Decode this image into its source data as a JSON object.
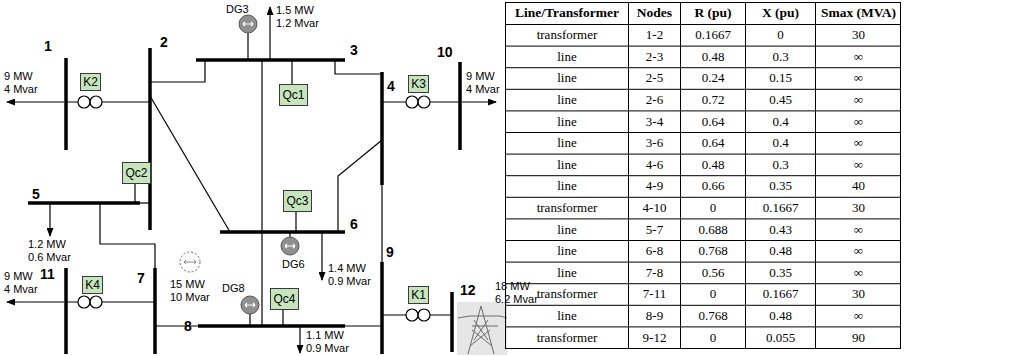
{
  "diagram": {
    "nodes": [
      {
        "text": [
          "K2"
        ]
      },
      {
        "text": [
          "K3"
        ]
      },
      {
        "text": [
          "Qc1"
        ]
      },
      {
        "text": [
          "Qc2"
        ]
      },
      {
        "text": [
          "Qc3"
        ]
      },
      {
        "text": [
          "K4"
        ]
      },
      {
        "text": [
          "K1"
        ]
      },
      {
        "text": [
          "Qc4"
        ]
      }
    ],
    "labels": [
      "1",
      "2",
      "3",
      "4",
      "10",
      "5",
      "6",
      "11",
      "7",
      "8",
      "9",
      "12",
      "DG3",
      "DG6",
      "DG8",
      "9 MW 4 Mvar",
      "1.5 MW 1.2 Mvar",
      "9 MW 4 Mvar",
      "1.2 MW 0.6 Mvar",
      "15 MW 10 Mvar",
      "1.4 MW 0.9 Mvar",
      "9 MW 4 Mvar",
      "1.1 MW 0.9 Mvar",
      "18 MW 6.2 Mvar",
      "Line/Transformer",
      "Nodes",
      "R (pu)",
      "X (pu)",
      "Smax (MVA)",
      "transformer",
      "1-2",
      "0.1667",
      "0",
      "30",
      "line",
      "2-3",
      "0.48",
      "0.3",
      "∞",
      "line",
      "2-5",
      "0.24",
      "0.15",
      "∞",
      "line",
      "2-6",
      "0.72",
      "0.45",
      "∞",
      "line",
      "3-4",
      "0.64",
      "0.4",
      "∞",
      "line",
      "3-6",
      "0.64",
      "0.4",
      "∞",
      "line",
      "4-6",
      "0.48",
      "0.3",
      "∞",
      "line",
      "4-9",
      "0.66",
      "0.35",
      "40",
      "transformer",
      "4-10",
      "0",
      "0.1667",
      "30",
      "line",
      "5-7",
      "0.688",
      "0.43",
      "∞",
      "line",
      "6-8",
      "0.768",
      "0.48",
      "∞",
      "line",
      "7-8",
      "0.56",
      "0.35",
      "∞",
      "transformer",
      "7-11",
      "0",
      "0.1667",
      "30",
      "line",
      "8-9",
      "0.768",
      "0.48",
      "∞",
      "transformer",
      "9-12",
      "0",
      "0.055",
      "90"
    ]
  }
}
